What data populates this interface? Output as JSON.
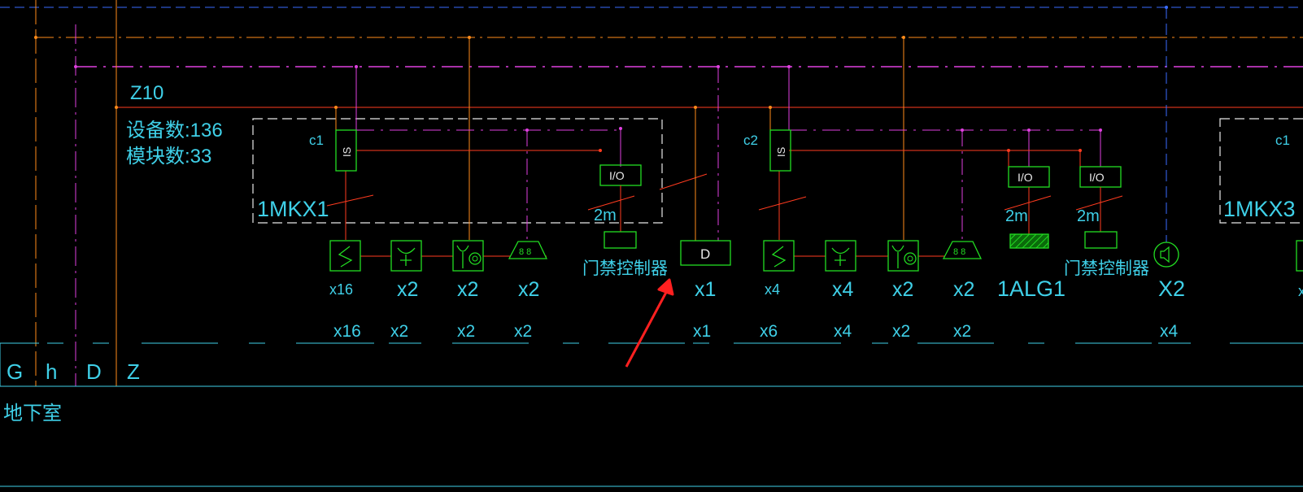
{
  "colors": {
    "background": "#000000",
    "orange": "#ff8c1a",
    "red": "#ff3b1f",
    "magenta": "#e040e0",
    "cyan": "#3fd0e8",
    "blue": "#3a6cff",
    "green": "#22dd22",
    "white": "#e8e8e8",
    "arrow": "#ff2020"
  },
  "loop": {
    "name": "Z10",
    "device_count": "设备数:136",
    "module_count": "模块数:33"
  },
  "panels": [
    {
      "circuit": "c1",
      "label": "1MKX1",
      "switch": "IS",
      "io": [
        "I/O"
      ],
      "io_line": "2m",
      "controller": "门禁控制器"
    },
    {
      "circuit": "c2",
      "switch": "IS",
      "io": [
        "I/O",
        "I/O"
      ],
      "io_line": [
        "2m",
        "2m"
      ],
      "alarm_tag": "1ALG1",
      "controller": "门禁控制器"
    },
    {
      "circuit": "c1",
      "label": "1MKX3"
    }
  ],
  "device_d": {
    "symbol": "D",
    "count": "x1",
    "total": "x1"
  },
  "speaker_count": {
    "count": "X2",
    "total": "x4"
  },
  "group1_counts": [
    "x16",
    "x2",
    "x2",
    "x2"
  ],
  "group1_totals": [
    "x16",
    "x2",
    "x2",
    "x2"
  ],
  "group2_counts": [
    "x4",
    "x4",
    "x2",
    "x2"
  ],
  "group2_totals": [
    "x6",
    "x4",
    "x2",
    "x2"
  ],
  "edge_cut_count": "x",
  "columns": [
    "G",
    "h",
    "D",
    "Z"
  ],
  "floor": "地下室"
}
